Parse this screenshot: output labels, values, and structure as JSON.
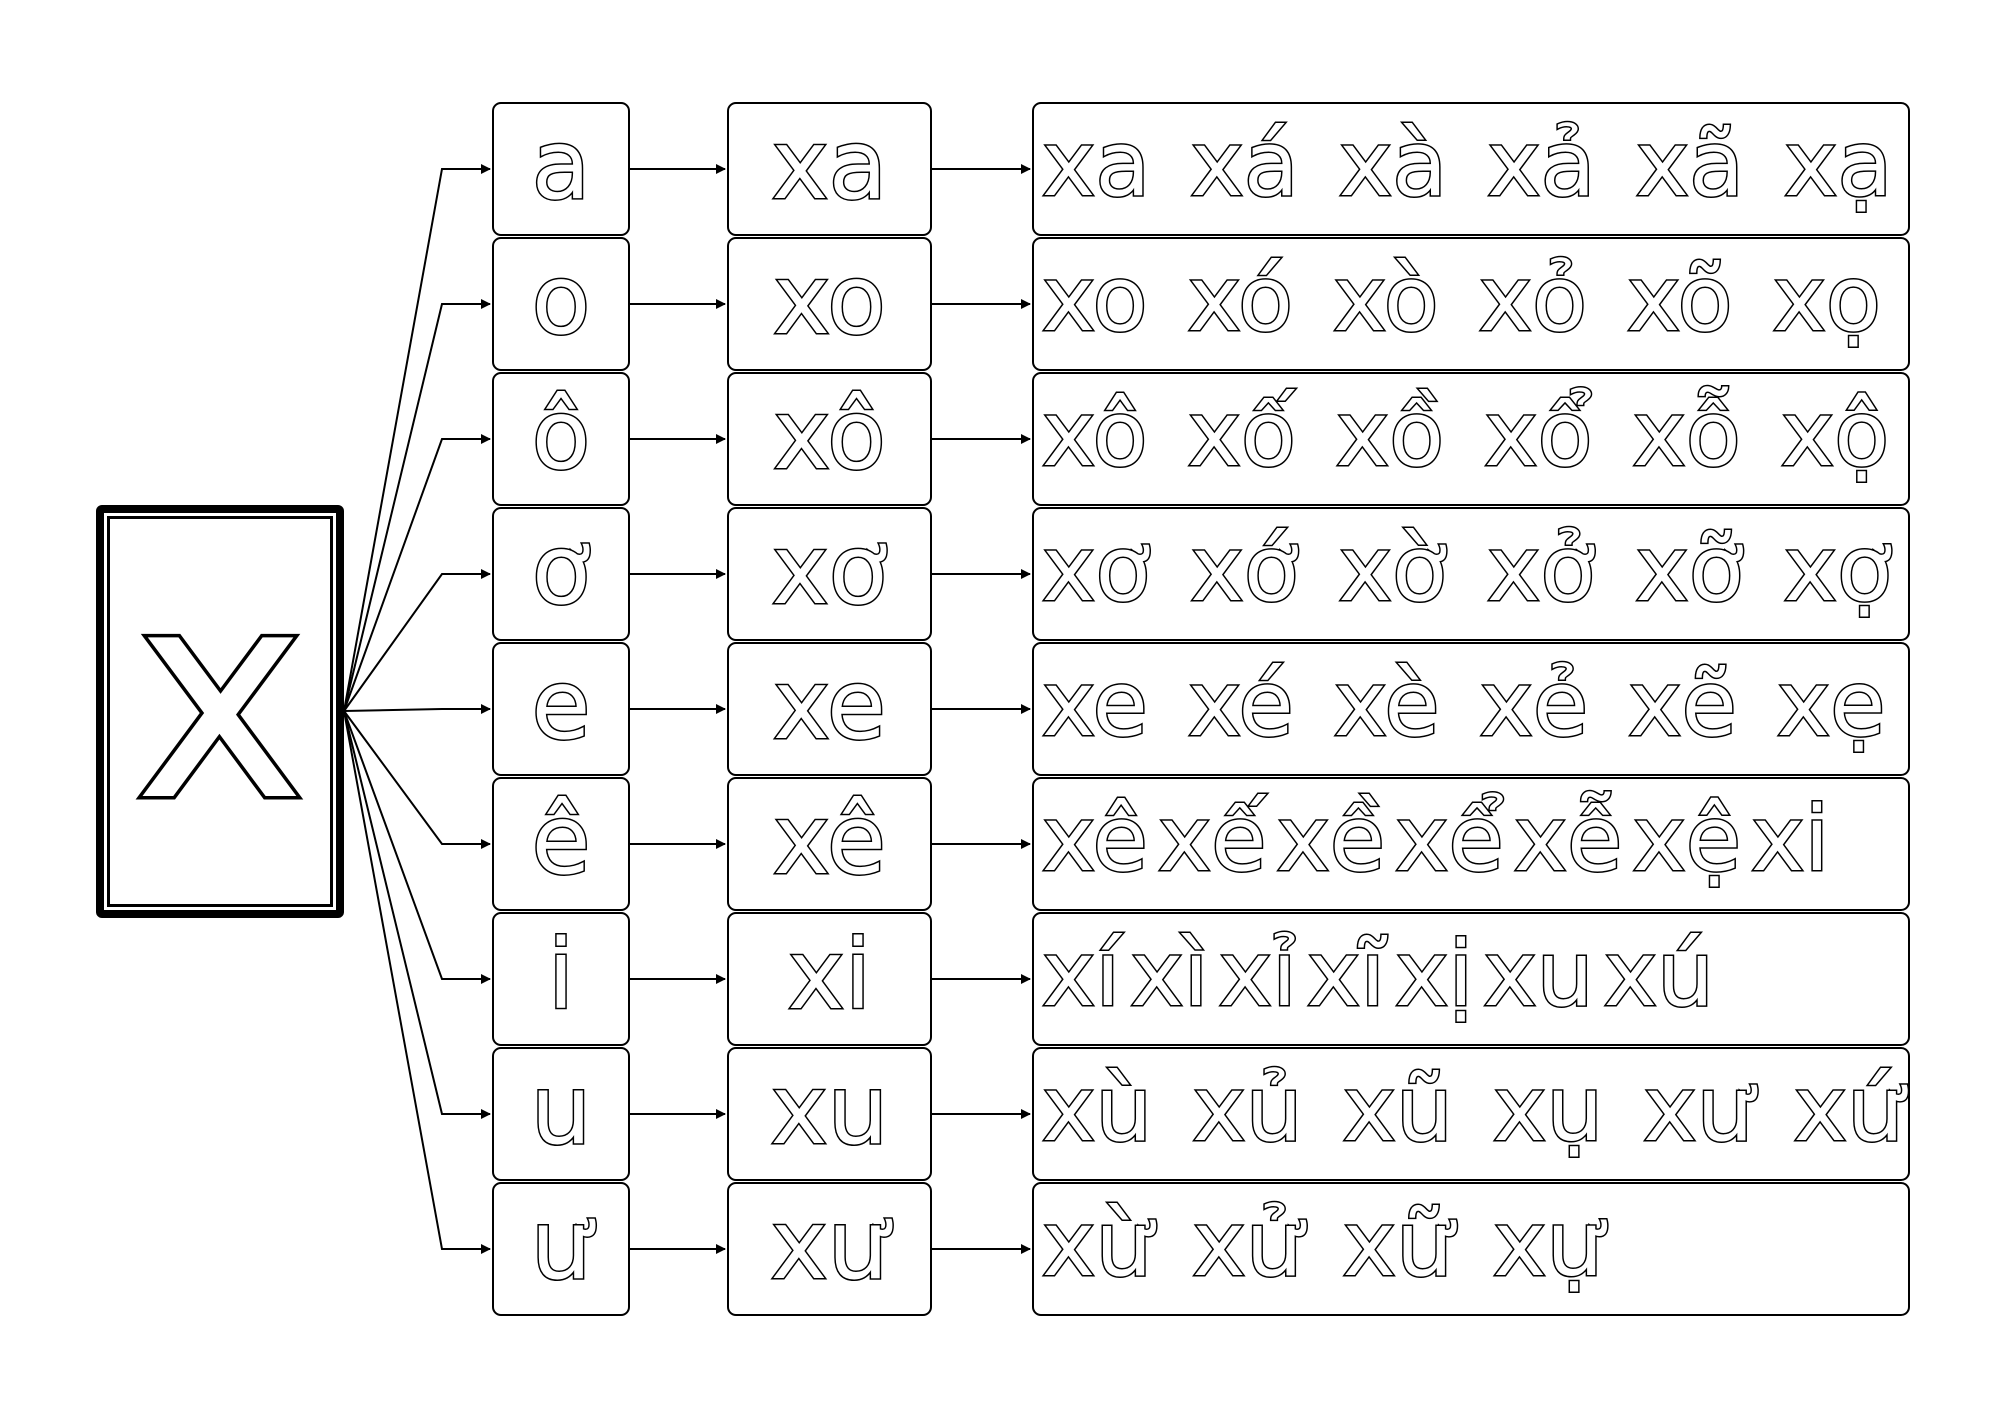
{
  "main_letter": "x",
  "rows": [
    {
      "vowel": "a",
      "syllable": "xa",
      "tones": [
        "xa",
        "xá",
        "xà",
        "xả",
        "xã",
        "xạ"
      ]
    },
    {
      "vowel": "o",
      "syllable": "xo",
      "tones": [
        "xo",
        "xó",
        "xò",
        "xỏ",
        "xõ",
        "xọ"
      ]
    },
    {
      "vowel": "ô",
      "syllable": "xô",
      "tones": [
        "xô",
        "xố",
        "xồ",
        "xổ",
        "xỗ",
        "xộ"
      ]
    },
    {
      "vowel": "ơ",
      "syllable": "xơ",
      "tones": [
        "xơ",
        "xớ",
        "xờ",
        "xở",
        "xỡ",
        "xợ"
      ]
    },
    {
      "vowel": "e",
      "syllable": "xe",
      "tones": [
        "xe",
        "xé",
        "xè",
        "xẻ",
        "xẽ",
        "xẹ"
      ]
    },
    {
      "vowel": "ê",
      "syllable": "xê",
      "tones": [
        "xê",
        "xế",
        "xề",
        "xể",
        "xễ",
        "xệ",
        "xi"
      ]
    },
    {
      "vowel": "i",
      "syllable": "xi",
      "tones": [
        "xí",
        "xì",
        "xỉ",
        "xĩ",
        "xị",
        "xu",
        "xú"
      ]
    },
    {
      "vowel": "u",
      "syllable": "xu",
      "tones": [
        "xù",
        "xủ",
        "xũ",
        "xụ",
        "xư",
        "xứ"
      ]
    },
    {
      "vowel": "ư",
      "syllable": "xư",
      "tones": [
        "xừ",
        "xử",
        "xữ",
        "xự"
      ]
    }
  ]
}
